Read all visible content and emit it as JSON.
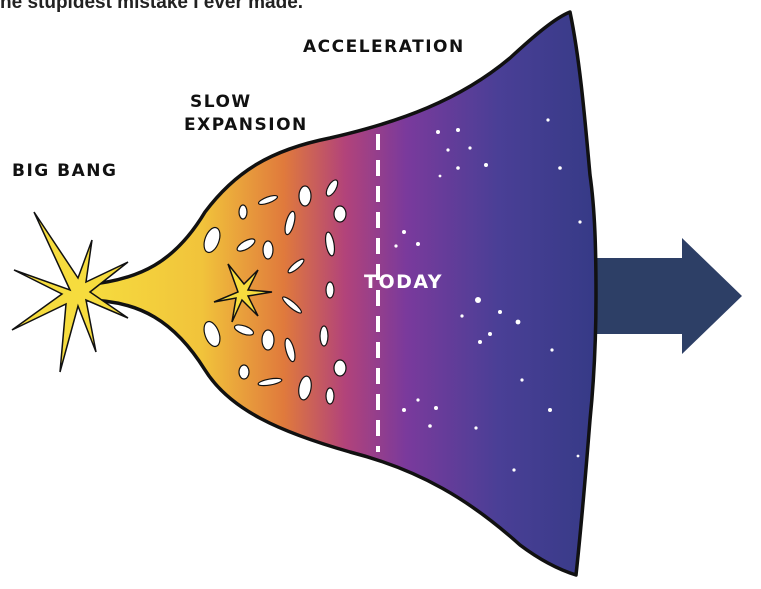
{
  "caption": "he stupidest mistake I ever made.",
  "labels": {
    "big_bang": "BIG BANG",
    "slow_expansion_line1": "SLOW",
    "slow_expansion_line2": "EXPANSION",
    "acceleration": "ACCELERATION",
    "today": "TODAY"
  },
  "colors": {
    "early_yellow": "#f6dc3e",
    "mid_orange": "#e07a3c",
    "mid_purple": "#7a3a9c",
    "late_blue": "#3a3d88",
    "arrow_navy": "#2d3f66",
    "divider": "#ffffff",
    "outline": "#111111"
  }
}
